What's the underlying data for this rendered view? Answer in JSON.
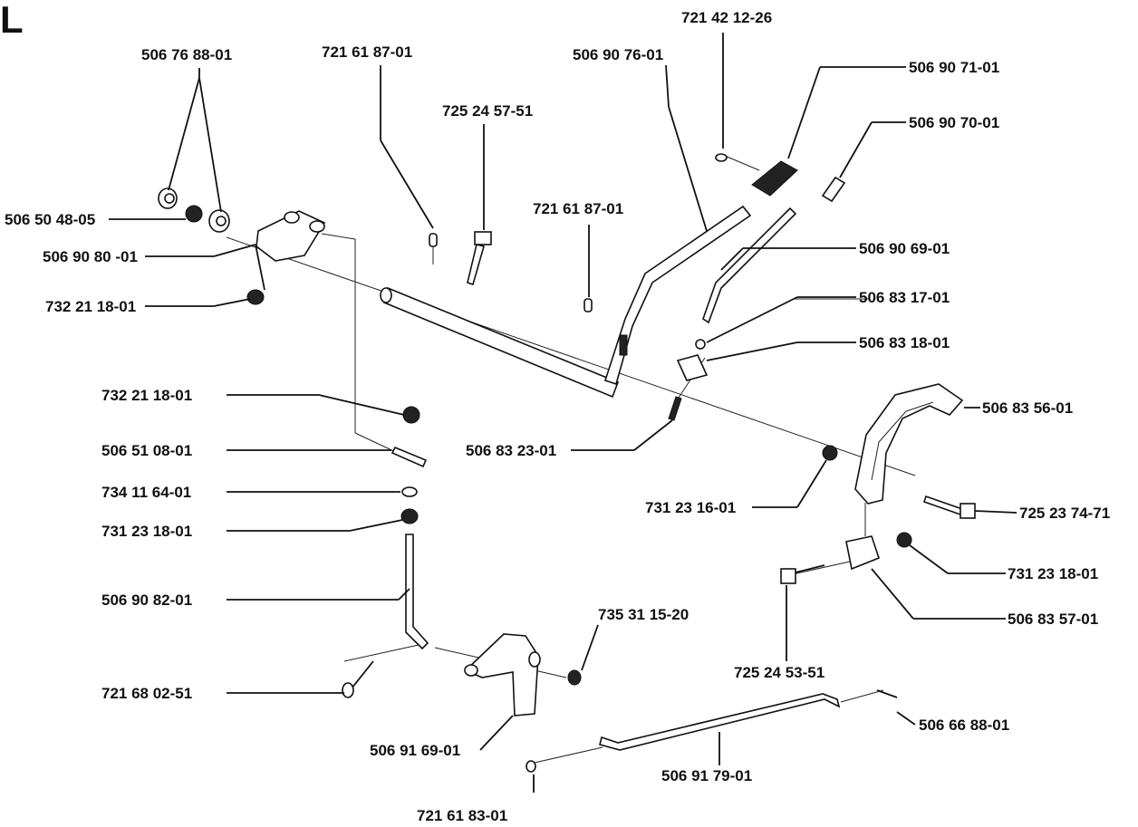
{
  "section_letter": "L",
  "parts": {
    "p01": "506 76 88-01",
    "p02": "721 61 87-01",
    "p03": "725 24 57-51",
    "p04": "721 61 87-01",
    "p05": "506 90 76-01",
    "p06": "721 42 12-26",
    "p07": "506 90 71-01",
    "p08": "506 90 70-01",
    "p09": "506 50 48-05",
    "p10": "506 90 80 -01",
    "p11": "732 21 18-01",
    "p12": "506 90 69-01",
    "p13": "506 83 17-01",
    "p14": "506 83 18-01",
    "p15": "732 21 18-01",
    "p16": "506 83 56-01",
    "p17": "506 51 08-01",
    "p18": "506 83 23-01",
    "p19": "734 11 64-01",
    "p20": "731 23 16-01",
    "p21": "731 23 18-01",
    "p22": "725 23 74-71",
    "p23": "731 23 18-01",
    "p24": "506 90 82-01",
    "p25": "735 31 15-20",
    "p26": "506 83 57-01",
    "p27": "725 24 53-51",
    "p28": "721 68 02-51",
    "p29": "506 66 88-01",
    "p30": "506 91 69-01",
    "p31": "506 91 79-01",
    "p32": "721 61 83-01"
  }
}
